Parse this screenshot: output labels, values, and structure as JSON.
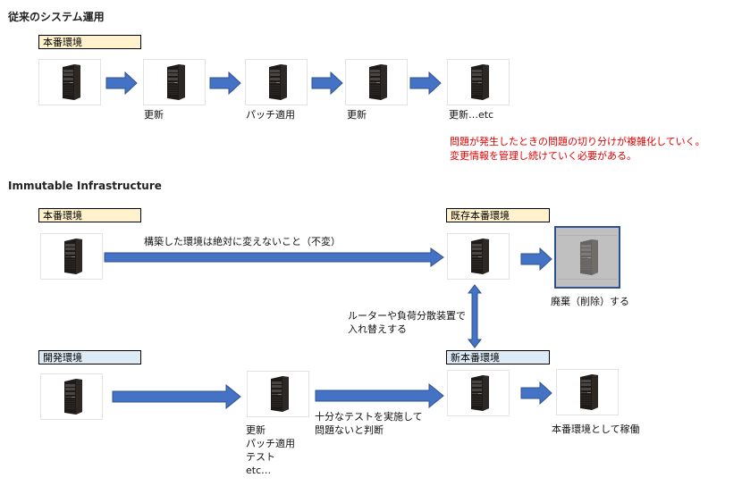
{
  "section_traditional": {
    "title": "従来のシステム運用",
    "env_label": "本番環境",
    "captions": [
      "更新",
      "パッチ適用",
      "更新",
      "更新…etc"
    ],
    "warning_lines": [
      "問題が発生したときの問題の切り分けが複雑化していく。",
      "変更情報を管理し続けていく必要がある。"
    ]
  },
  "section_immutable": {
    "title": "Immutable Infrastructure",
    "prod_label": "本番環境",
    "existing_prod_label": "既存本番環境",
    "immutable_note": "構築した環境は絶対に変えないこと（不変）",
    "discard_caption": "廃棄（削除）する",
    "swap_note_lines": [
      "ルーターや負荷分散装置で",
      "入れ替えする"
    ],
    "dev_label": "開発環境",
    "dev_caption_lines": [
      "更新",
      "パッチ適用",
      "テスト",
      "etc…"
    ],
    "test_note_lines": [
      "十分なテストを実施して",
      "問題ないと判断"
    ],
    "new_prod_label": "新本番環境",
    "operate_caption": "本番環境として稼働"
  },
  "icons": {
    "server": "server-tower-icon",
    "arrow": "block-arrow-right-icon",
    "double_arrow": "block-arrow-up-down-icon"
  },
  "colors": {
    "arrow_fill": "#4472c4",
    "arrow_stroke": "#2f528f",
    "prod_label_bg": "#fff2cc",
    "dev_label_bg": "#ddebf7",
    "warning_text": "#e00000",
    "discard_bg": "#c0c0c0"
  }
}
